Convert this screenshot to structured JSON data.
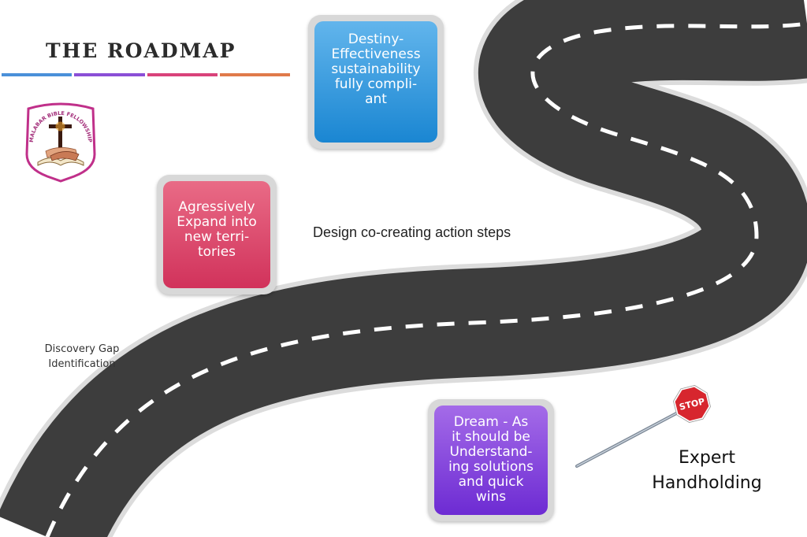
{
  "title": "THE ROADMAP",
  "title_bar_colors": [
    "#4a90d9",
    "#8b4fd6",
    "#d9437a",
    "#e07a4a"
  ],
  "logo": {
    "text": "MALABAR BIBLE FELLOWSHIP",
    "border_color": "#c0308a"
  },
  "boxes": [
    {
      "id": "destiny",
      "color": "blue",
      "lines": [
        "Destiny-",
        "Effectiveness",
        "sustainability",
        "fully compli-",
        "ant"
      ]
    },
    {
      "id": "expand",
      "color": "red",
      "lines": [
        "Agressively",
        "Expand into",
        "new terri-",
        "tories"
      ]
    },
    {
      "id": "dream",
      "color": "purple",
      "lines": [
        "Dream - As",
        "it should be",
        "Understand-",
        "ing solutions",
        "and quick",
        "wins"
      ]
    }
  ],
  "labels": {
    "design": "Design co-creating action steps",
    "discovery": [
      "Discovery Gap",
      "Identification"
    ],
    "expert": [
      "Expert",
      "Handholding"
    ]
  },
  "stop_sign": {
    "text": "STOP",
    "color": "#d7262e"
  },
  "road_color": "#3d3d3d"
}
